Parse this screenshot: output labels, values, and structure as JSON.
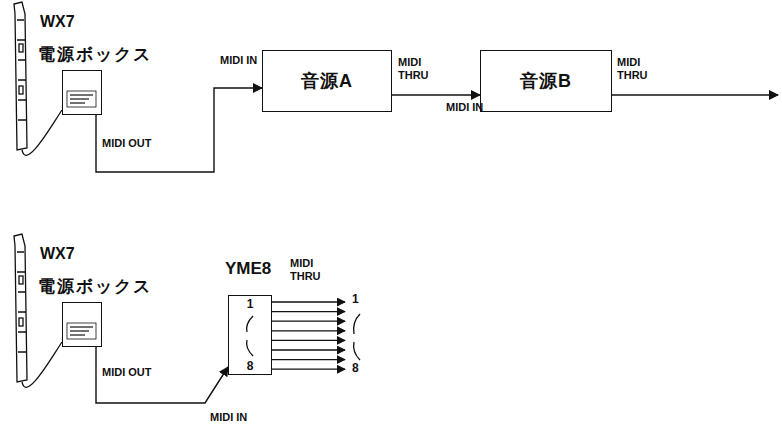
{
  "diagram": {
    "nodes": [
      {
        "text": [
          "電源ボックス"
        ]
      },
      {
        "text": [
          "音源A"
        ]
      },
      {
        "text": [
          "音源B"
        ]
      },
      {
        "text": [
          "電源ボックス"
        ]
      },
      {
        "text": [
          "YME8",
          "1",
          "8"
        ]
      }
    ],
    "edges": [
      {
        "from": 0,
        "to": 1,
        "arrow": "to"
      },
      {
        "from": 1,
        "to": 2,
        "arrow": "to"
      },
      {
        "from": 3,
        "to": 4,
        "arrow": "to"
      }
    ],
    "labels": [
      "WX7",
      "MIDI IN",
      "MIDI THRU",
      "MIDI IN",
      "MIDI THRU",
      "MIDI OUT",
      "WX7",
      "MIDI THRU",
      "1",
      "8",
      "MIDI OUT",
      "MIDI IN"
    ]
  }
}
